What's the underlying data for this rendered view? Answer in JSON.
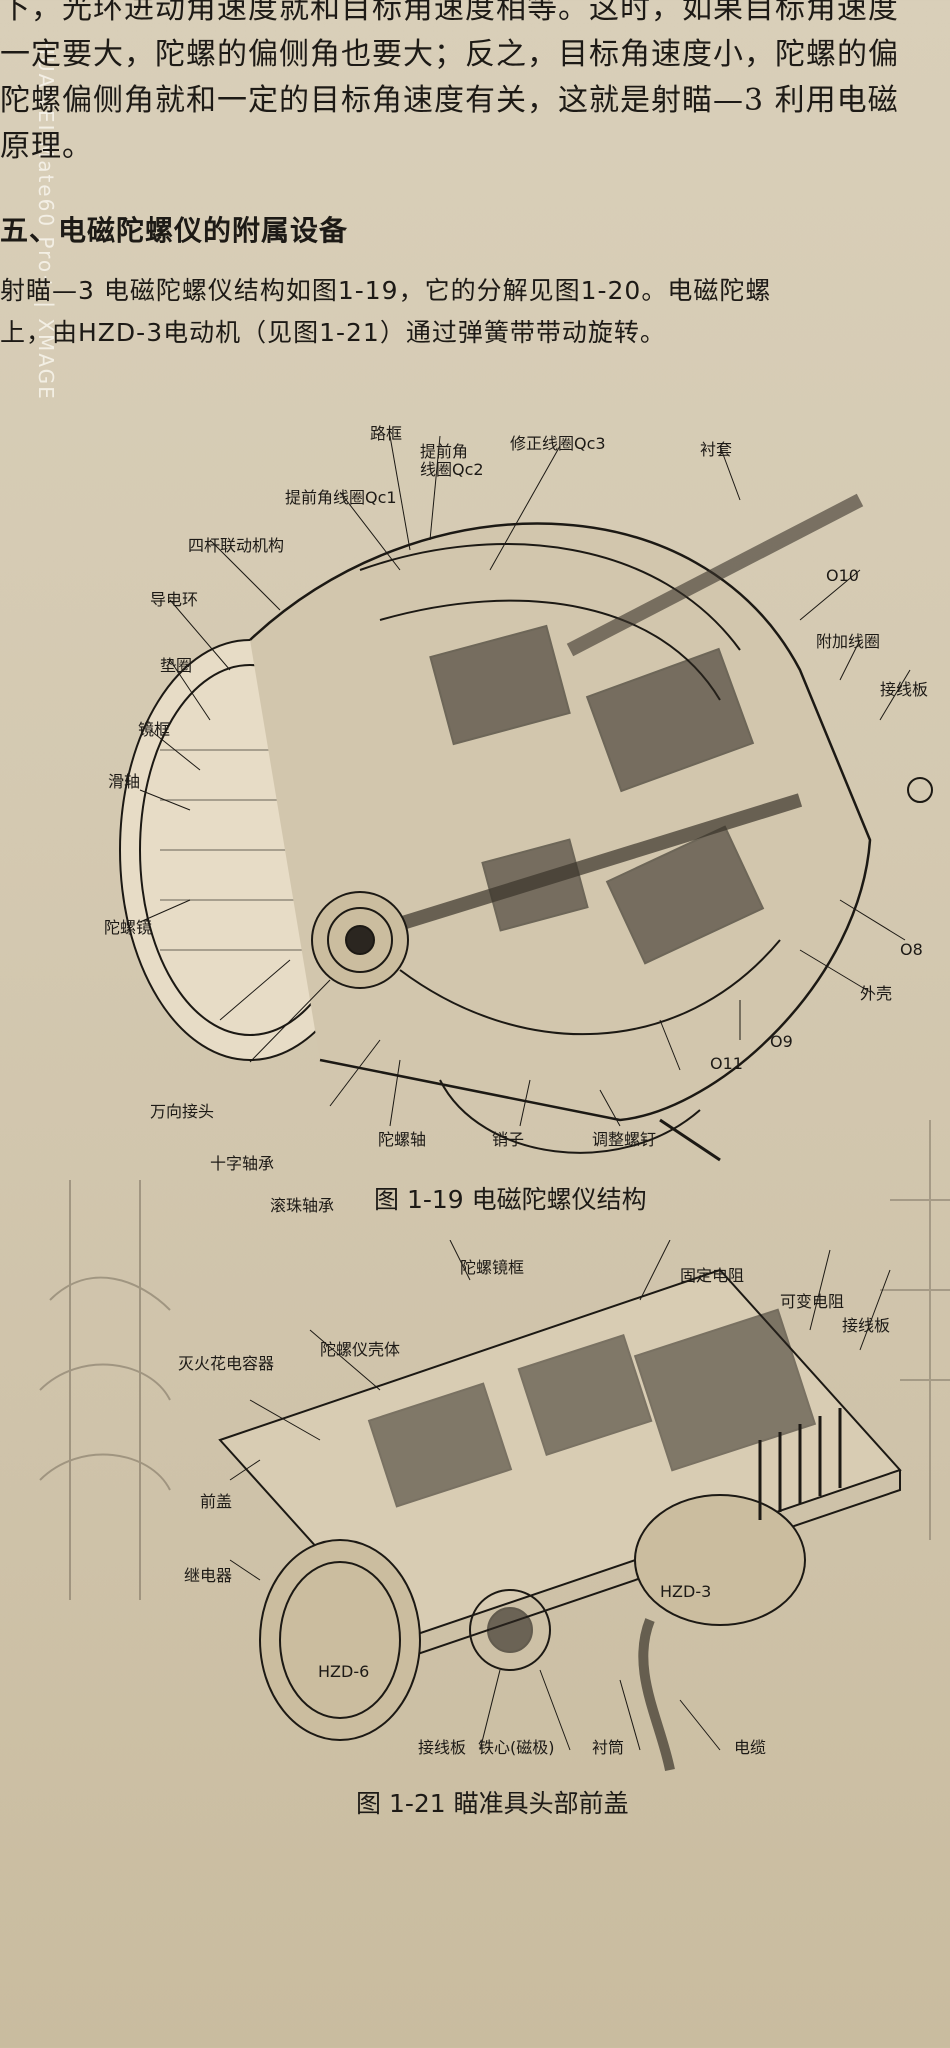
{
  "watermark": {
    "brand": "HUAWEI",
    "model": "Mate60 Pro+",
    "sep": "|",
    "label": "XMAGE"
  },
  "text": {
    "l1": "下，光环进动角速度就和目标角速度相等。这时，如果目标角速度",
    "l2": "一定要大，陀螺的偏侧角也要大；反之，目标角速度小，陀螺的偏",
    "l3": "陀螺偏侧角就和一定的目标角速度有关，这就是射瞄—3 利用电磁",
    "l4": "原理。",
    "heading": "五、电磁陀螺仪的附属设备",
    "p1": "射瞄—3 电磁陀螺仪结构如图1-19，它的分解见图1-20。电磁陀螺",
    "p2": "上，由HZD-3电动机（见图1-21）通过弹簧带带动旋转。"
  },
  "figure19": {
    "caption": "图 1-19   电磁陀螺仪结构",
    "labels": {
      "juhuan": "路框",
      "tiqian": "提前角",
      "qc2": "线圈Qc2",
      "xiuzheng": "修正线圈Qc3",
      "chentao": "衬套",
      "qc1": "提前角线圈Qc1",
      "sigan": "四杆联动机构",
      "daodian": "导电环",
      "quanbao": "垫圈",
      "jingkuang": "镜框",
      "huazhou": "滑轴",
      "o10": "O10",
      "fujia": "附加线圈",
      "jiexianban": "接线板",
      "tuoluojing": "陀螺镜",
      "o8": "O8",
      "waike": "外壳",
      "wanxiang": "万向接头",
      "shizi": "十字轴承",
      "o9": "O9",
      "o11": "O11",
      "gunzhu": "滚珠轴承",
      "tuoluozhou": "陀螺轴",
      "xiaozi": "销子",
      "tiaozheng": "调整螺钉"
    }
  },
  "figure21": {
    "caption": "图 1-21   瞄准具头部前盖",
    "labels": {
      "jingkuang": "陀螺镜框",
      "guding": "固定电阻",
      "kebian": "可变电阻",
      "jiexian": "接线板",
      "miehuo": "灭火花电容器",
      "keti": "陀螺仪壳体",
      "qiangai": "前盖",
      "jidian": "继电器",
      "hzd3": "HZD-3",
      "hzd6": "HZD-6",
      "jiexianban": "接线板",
      "tiexin": "铁心(磁极)",
      "chentong": "衬筒",
      "dianlan": "电缆"
    }
  }
}
